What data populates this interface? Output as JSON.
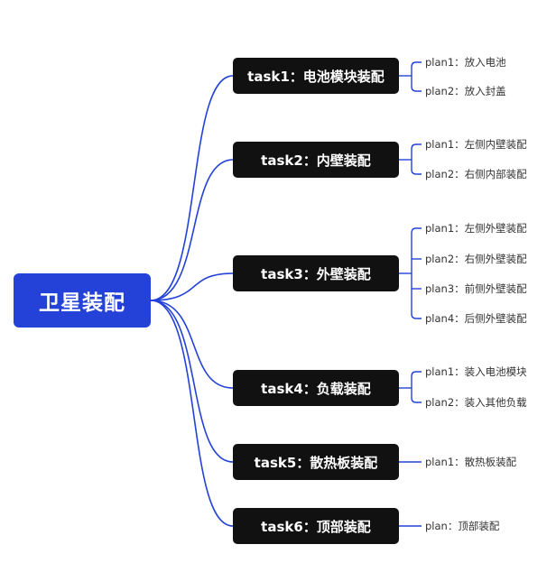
{
  "root": {
    "label": "卫星装配"
  },
  "line_color": "#2442d8",
  "tasks": [
    {
      "label": "task1：电池模块装配",
      "plans": [
        "plan1：放入电池",
        "plan2：放入封盖"
      ]
    },
    {
      "label": "task2：内壁装配",
      "plans": [
        "plan1：左侧内壁装配",
        "plan2：右侧内部装配"
      ]
    },
    {
      "label": "task3：外壁装配",
      "plans": [
        "plan1：左侧外壁装配",
        "plan2：右侧外壁装配",
        "plan3：前侧外壁装配",
        "plan4：后侧外壁装配"
      ]
    },
    {
      "label": "task4：负载装配",
      "plans": [
        "plan1：装入电池模块",
        "plan2：装入其他负载"
      ]
    },
    {
      "label": "task5：散热板装配",
      "plans": [
        "plan1：散热板装配"
      ]
    },
    {
      "label": "task6：顶部装配",
      "plans": [
        "plan：顶部装配"
      ]
    }
  ]
}
